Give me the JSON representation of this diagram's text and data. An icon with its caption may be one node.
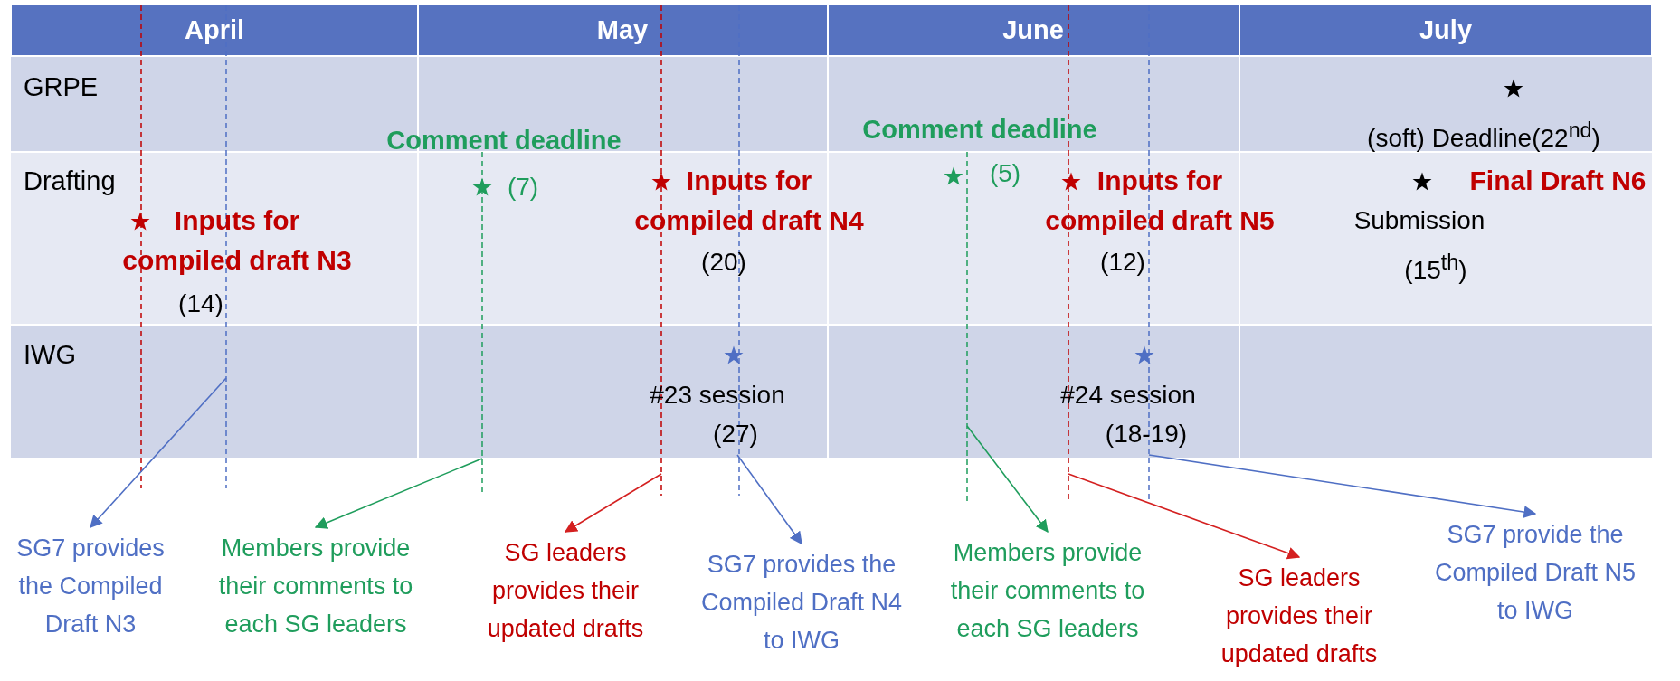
{
  "diagram": {
    "nodes": [
      {
        "text": [
          "(soft) Deadline(22$^{nd}$)"
        ]
      },
      {
        "text": [
          "Comment deadline",
          "(7)"
        ]
      },
      {
        "text": [
          "Inputs for compiled draft N3",
          "(14)"
        ]
      },
      {
        "text": [
          "Inputs for compiled draft N4",
          "(20)"
        ]
      },
      {
        "text": [
          "Comment deadline",
          "(5)"
        ]
      },
      {
        "text": [
          "Inputs for compiled draft N5",
          "(12)"
        ]
      },
      {
        "text": [
          "Final Draft N6",
          "Submission",
          "(15$^{th}$)"
        ]
      },
      {
        "text": [
          "#23 session",
          "(27)"
        ]
      },
      {
        "text": [
          "#24 session",
          "(18-19)"
        ]
      },
      {
        "text": [
          "SG7 provides the Compiled Draft N3"
        ]
      },
      {
        "text": [
          "Members provide their comments to each SG leaders"
        ]
      },
      {
        "text": [
          "SG leaders provides their updated drafts"
        ]
      },
      {
        "text": [
          "SG7 provides the Compiled Draft N4 to IWG"
        ]
      },
      {
        "text": [
          "Members provide their comments to each SG leaders"
        ]
      },
      {
        "text": [
          "SG leaders provides their updated drafts"
        ]
      },
      {
        "text": [
          "SG7 provide the Compiled Draft N5 to IWG"
        ]
      }
    ],
    "edges": [
      {
        "from": null,
        "to": 9,
        "arrow": "to",
        "color": "#4f6fc4"
      },
      {
        "from": null,
        "to": 10,
        "arrow": "to",
        "color": "#1f9d5c"
      },
      {
        "from": null,
        "to": 11,
        "arrow": "to",
        "color": "#d42020"
      },
      {
        "from": 7,
        "to": 12,
        "arrow": "to",
        "color": "#4f6fc4"
      },
      {
        "from": null,
        "to": 13,
        "arrow": "to",
        "color": "#1f9d5c"
      },
      {
        "from": null,
        "to": 14,
        "arrow": "to",
        "color": "#d42020"
      },
      {
        "from": 8,
        "to": 15,
        "arrow": "to",
        "color": "#4f6fc4"
      }
    ],
    "labels": [
      "April",
      "May",
      "June",
      "July",
      "GRPE",
      "Drafting",
      "IWG"
    ]
  }
}
